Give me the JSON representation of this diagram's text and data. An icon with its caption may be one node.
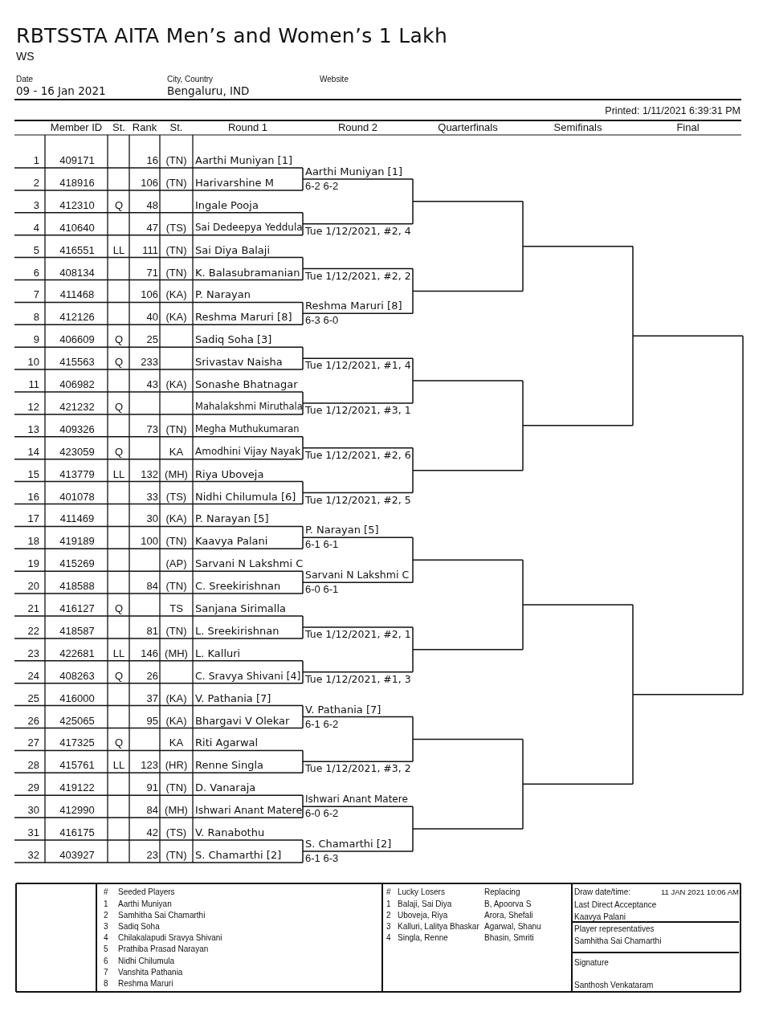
{
  "diagram": {
    "title": "RBTSSTA AITA Men’s and Women’s 1 Lakh",
    "labels": [
      "WS",
      "Date",
      "City, Country",
      "Website",
      "09 - 16 Jan 2021",
      "Bengaluru, IND",
      "Printed: 1/11/2021 6:39:31 PM",
      "Member ID",
      "St.",
      "Rank",
      "St.",
      "Round 1",
      "Round 2",
      "Quarterfinals",
      "Semifinals",
      "Final",
      "1",
      "409171",
      "16",
      "(TN)",
      "Aarthi Muniyan [1]",
      "2",
      "418916",
      "106",
      "(TN)",
      "Harivarshine M",
      "Aarthi Muniyan [1]",
      "6-2 6-2",
      "3",
      "412310",
      "Q",
      "48",
      "Ingale Pooja",
      "4",
      "410640",
      "47",
      "(TS)",
      "Sai Dedeepya Yeddula",
      "Tue 1/12/2021, #2, 4",
      "5",
      "416551",
      "LL",
      "111",
      "(TN)",
      "Sai Diya Balaji",
      "6",
      "408134",
      "71",
      "(TN)",
      "K. Balasubramanian",
      "Tue 1/12/2021, #2, 2",
      "7",
      "411468",
      "106",
      "(KA)",
      "P. Narayan",
      "8",
      "412126",
      "40",
      "(KA)",
      "Reshma Maruri [8]",
      "Reshma Maruri [8]",
      "6-3 6-0",
      "9",
      "406609",
      "Q",
      "25",
      "Sadiq Soha [3]",
      "10",
      "415563",
      "Q",
      "233",
      "Srivastav Naisha",
      "Tue 1/12/2021, #1, 4",
      "11",
      "406982",
      "43",
      "(KA)",
      "Sonashe Bhatnagar",
      "12",
      "421232",
      "Q",
      "Mahalakshmi Miruthala",
      "Tue 1/12/2021, #3, 1",
      "13",
      "409326",
      "73",
      "(TN)",
      "Megha Muthukumaran",
      "14",
      "423059",
      "Q",
      "KA",
      "Amodhini Vijay Nayak",
      "Tue 1/12/2021, #2, 6",
      "15",
      "413779",
      "LL",
      "132",
      "(MH)",
      "Riya Uboveja",
      "16",
      "401078",
      "33",
      "(TS)",
      "Nidhi Chilumula [6]",
      "Tue 1/12/2021, #2, 5",
      "17",
      "411469",
      "30",
      "(KA)",
      "P. Narayan [5]",
      "18",
      "419189",
      "100",
      "(TN)",
      "Kaavya Palani",
      "P. Narayan [5]",
      "6-1 6-1",
      "19",
      "415269",
      "(AP)",
      "Sarvani N Lakshmi C",
      "20",
      "418588",
      "84",
      "(TN)",
      "C. Sreekirishnan",
      "Sarvani N Lakshmi C",
      "6-0 6-1",
      "21",
      "416127",
      "Q",
      "TS",
      "Sanjana Sirimalla",
      "22",
      "418587",
      "81",
      "(TN)",
      "L. Sreekirishnan",
      "Tue 1/12/2021, #2, 1",
      "23",
      "422681",
      "LL",
      "146",
      "(MH)",
      "L. Kalluri",
      "24",
      "408263",
      "Q",
      "26",
      "C. Sravya Shivani [4]",
      "Tue 1/12/2021, #1, 3",
      "25",
      "416000",
      "37",
      "(KA)",
      "V. Pathania [7]",
      "26",
      "425065",
      "95",
      "(KA)",
      "Bhargavi V Olekar",
      "V. Pathania [7]",
      "6-1 6-2",
      "27",
      "417325",
      "Q",
      "KA",
      "Riti Agarwal",
      "28",
      "415761",
      "LL",
      "123",
      "(HR)",
      "Renne Singla",
      "Tue 1/12/2021, #3, 2",
      "29",
      "419122",
      "91",
      "(TN)",
      "D. Vanaraja",
      "30",
      "412990",
      "84",
      "(MH)",
      "Ishwari Anant Matere",
      "Ishwari Anant Matere",
      "6-0 6-2",
      "31",
      "416175",
      "42",
      "(TS)",
      "V. Ranabothu",
      "32",
      "403927",
      "23",
      "(TN)",
      "S. Chamarthi [2]",
      "S. Chamarthi [2]",
      "6-1 6-3",
      "#",
      "Seeded Players",
      "1",
      "Aarthi Muniyan",
      "2",
      "Samhitha Sai Chamarthi",
      "3",
      "Sadiq Soha",
      "4",
      "Chilakalapudi Sravya Shivani",
      "5",
      "Prathiba Prasad Narayan",
      "6",
      "Nidhi Chilumula",
      "7",
      "Vanshita Pathania",
      "8",
      "Reshma Maruri",
      "#",
      "Lucky Losers",
      "Replacing",
      "1",
      "Balaji, Sai Diya",
      "B, Apoorva S",
      "2",
      "Uboveja, Riya",
      "Arora, Shefali",
      "3",
      "Kalluri, Lalitya Bhaskar",
      "Agarwal, Shanu",
      "4",
      "Singla, Renne",
      "Bhasin, Smriti",
      "Draw date/time:",
      "11 JAN 2021 10:06 AM",
      "Last Direct Acceptance",
      "Kaavya Palani",
      "Player representatives",
      "Samhitha Sai Chamarthi",
      "Signature",
      "Santhosh Venkataram"
    ]
  }
}
